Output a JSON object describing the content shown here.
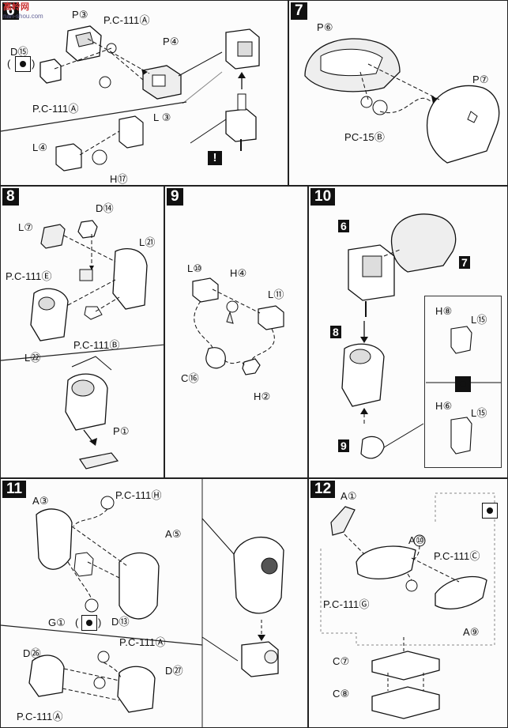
{
  "watermark": {
    "brand": "高岭网",
    "url": "nan-shou.com"
  },
  "steps": {
    "s6": {
      "num": "6",
      "labels": {
        "p3": "P③",
        "pc111a_top": "P.C-111Ⓐ",
        "d15": "D⑮",
        "p4": "P④",
        "pc111a_bot": "P.C-111Ⓐ",
        "l3": "L ③",
        "l4": "L④",
        "h17": "H⑰",
        "warn": "!",
        "paren_open": "(",
        "paren_close": ")"
      }
    },
    "s7": {
      "num": "7",
      "labels": {
        "p6": "P⑥",
        "p7": "P⑦",
        "pc15b": "PC-15Ⓑ"
      }
    },
    "s8": {
      "num": "8",
      "labels": {
        "d14": "D⑭",
        "l7": "L⑦",
        "l21": "L㉑",
        "pc111e": "P.C-111Ⓔ",
        "pc111b": "P.C-111Ⓑ",
        "l22": "L㉒",
        "p1": "P①"
      }
    },
    "s9": {
      "num": "9",
      "labels": {
        "l10": "L⑩",
        "h4": "H④",
        "l11": "L⑪",
        "c16": "C⑯",
        "h2": "H②"
      }
    },
    "s10": {
      "num": "10",
      "labels": {
        "sub6": "6",
        "sub7": "7",
        "sub8": "8",
        "sub9": "9",
        "h8": "H⑧",
        "l15a": "L⑮",
        "h6": "H⑥",
        "l15b": "L⑮"
      }
    },
    "s11": {
      "num": "11",
      "labels": {
        "a3": "A③",
        "pc111h": "P.C-111Ⓗ",
        "a5": "A⑤",
        "g1": "G①",
        "d13": "D⑬",
        "pc111a_top": "P.C-111Ⓐ",
        "d26": "D㉖",
        "d27": "D㉗",
        "pc111a_bot": "P.C-111Ⓐ",
        "paren_open": "(",
        "paren_close": ")"
      }
    },
    "s12": {
      "num": "12",
      "labels": {
        "a1": "A①",
        "a10": "A⑩",
        "pc111c": "P.C-111Ⓒ",
        "pc111g": "P.C-111Ⓖ",
        "a9": "A⑨",
        "c7": "C⑦",
        "c8": "C⑧"
      }
    }
  }
}
